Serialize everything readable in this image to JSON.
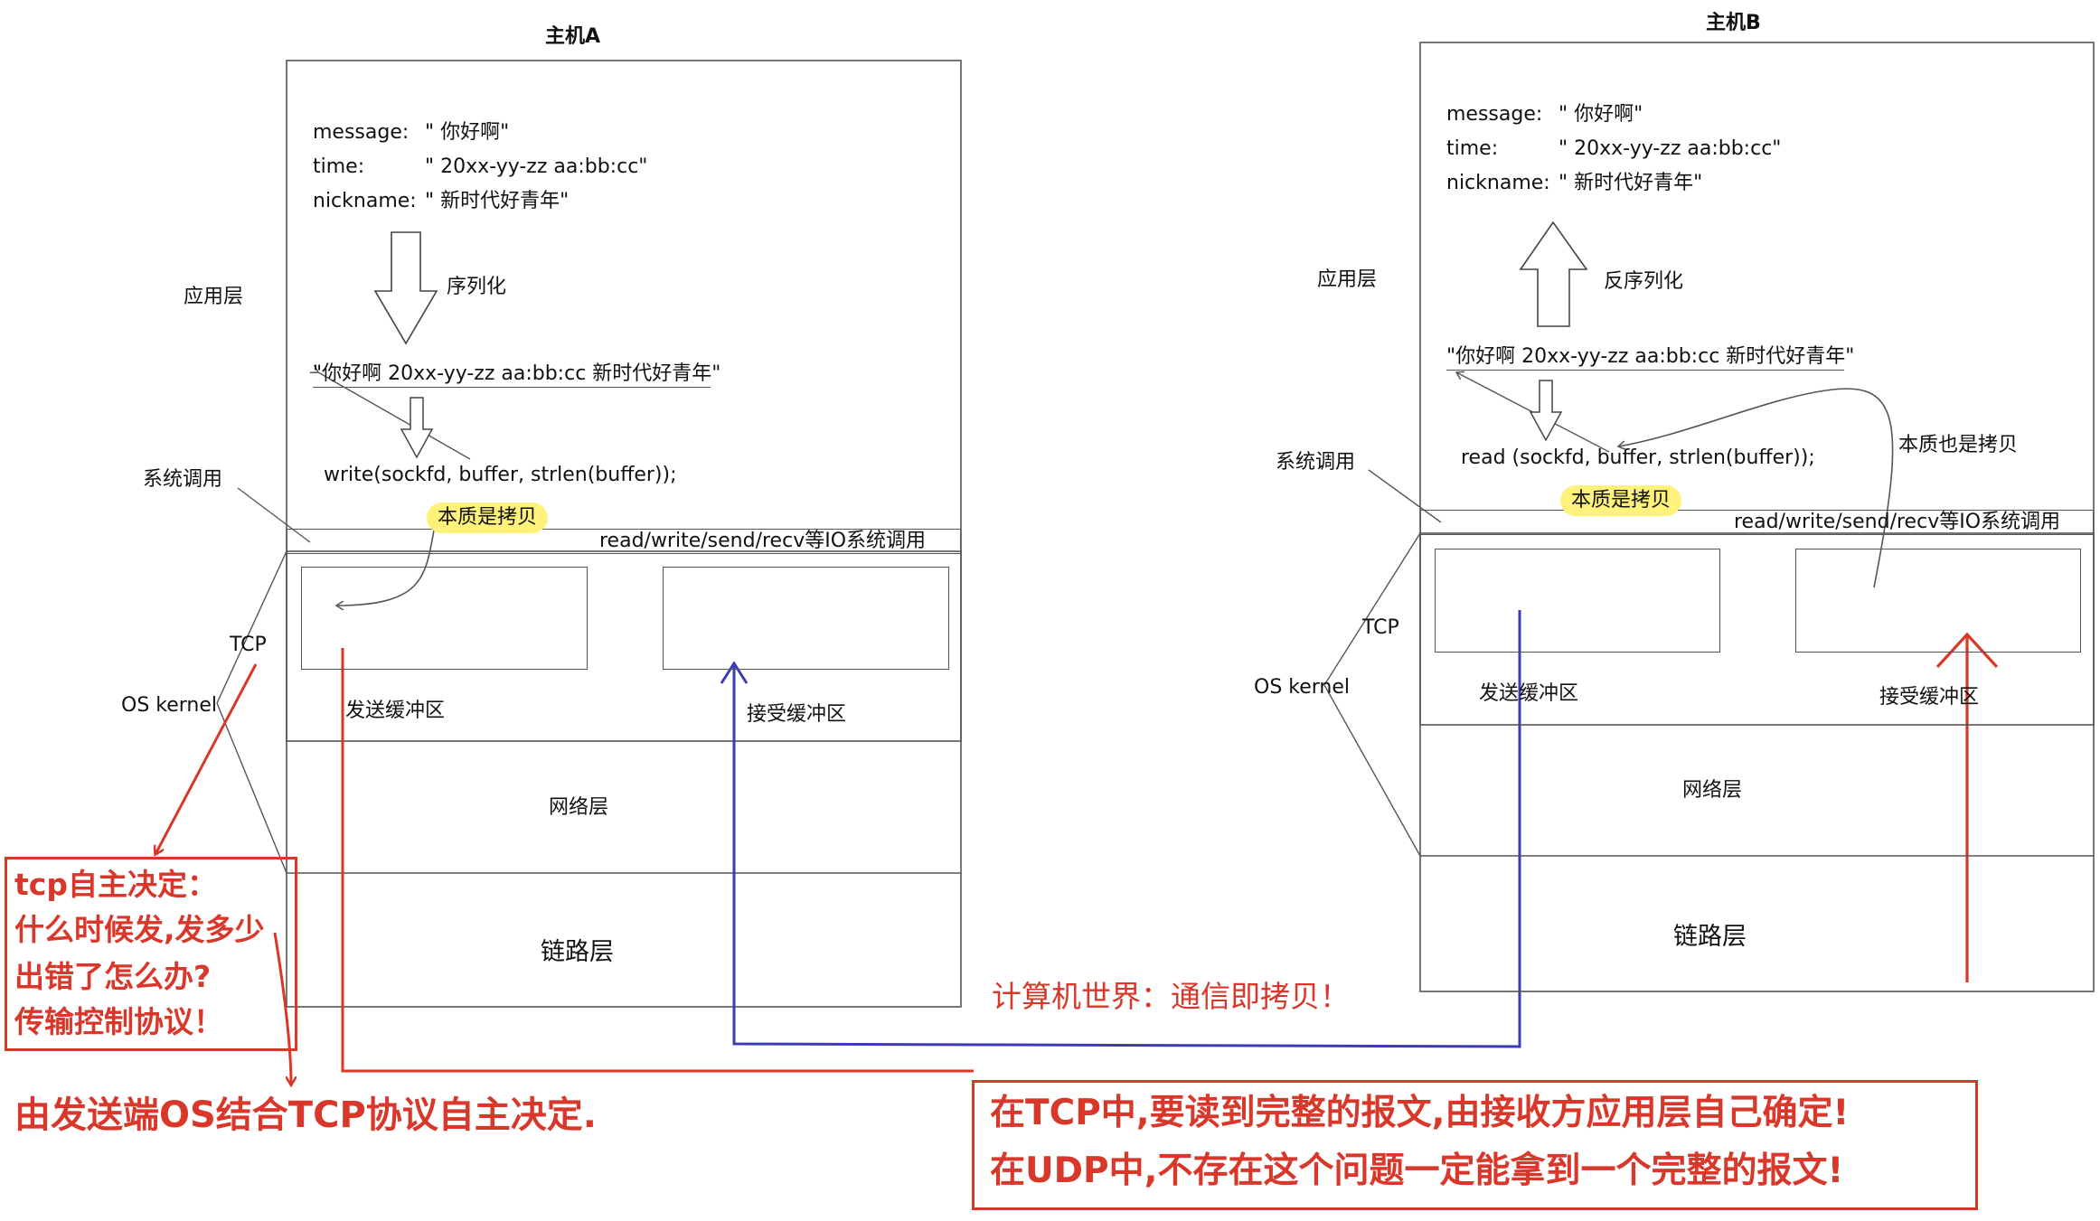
{
  "colors": {
    "red": "#d8372a",
    "blue": "#3b3bb3",
    "line": "#555555",
    "highlight": "#fff27a"
  },
  "hostA": {
    "title": "主机A",
    "message_key": "message:",
    "message_val": "\" 你好啊\"",
    "time_key": "time:",
    "time_val": "\" 20xx-yy-zz aa:bb:cc\"",
    "nickname_key": "nickname:",
    "nickname_val": "\" 新时代好青年\"",
    "serialize": "序列化",
    "serialized_string": "\"你好啊 20xx-yy-zz aa:bb:cc 新时代好青年\"",
    "write_call": "write(sockfd, buffer, strlen(buffer));",
    "copy_note": "本质是拷贝",
    "io_calls": "read/write/send/recv等IO系统调用",
    "send_buffer": "发送缓冲区",
    "recv_buffer": "接受缓冲区",
    "network_layer": "网络层",
    "link_layer": "链路层",
    "app_layer": "应用层",
    "syscall": "系统调用",
    "tcp": "TCP",
    "os_kernel": "OS kernel"
  },
  "hostB": {
    "title": "主机B",
    "message_key": "message:",
    "message_val": "\" 你好啊\"",
    "time_key": "time:",
    "time_val": "\" 20xx-yy-zz aa:bb:cc\"",
    "nickname_key": "nickname:",
    "nickname_val": "\" 新时代好青年\"",
    "deserialize": "反序列化",
    "serialized_string": "\"你好啊 20xx-yy-zz aa:bb:cc 新时代好青年\"",
    "read_call": "read (sockfd, buffer, strlen(buffer));",
    "copy_note": "本质是拷贝",
    "copy_note_also": "本质也是拷贝",
    "io_calls": "read/write/send/recv等IO系统调用",
    "send_buffer": "发送缓冲区",
    "recv_buffer": "接受缓冲区",
    "network_layer": "网络层",
    "link_layer": "链路层",
    "app_layer": "应用层",
    "syscall": "系统调用",
    "tcp": "TCP",
    "os_kernel": "OS kernel"
  },
  "notes": {
    "tcp_box_line1": "tcp自主决定：",
    "tcp_box_line2": "什么时候发,发多少",
    "tcp_box_line3": "出错了怎么办?",
    "tcp_box_line4": "传输控制协议！",
    "sender_decides": "由发送端OS结合TCP协议自主决定.",
    "copy_world": "计算机世界：通信即拷贝！",
    "bottom_line1": "在TCP中,要读到完整的报文,由接收方应用层自己确定!",
    "bottom_line2": "在UDP中,不存在这个问题一定能拿到一个完整的报文!"
  }
}
